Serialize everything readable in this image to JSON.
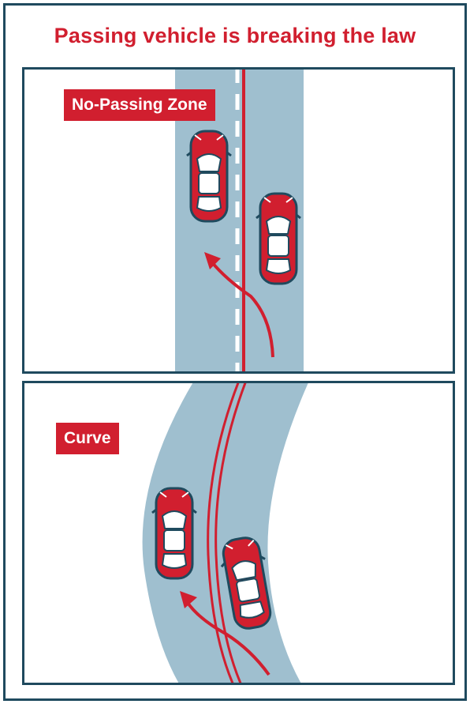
{
  "title": "Passing vehicle is breaking the law",
  "panels": {
    "top": {
      "label": "No-Passing Zone"
    },
    "bottom": {
      "label": "Curve"
    }
  },
  "colors": {
    "road": "#9fbfcf",
    "accent_red": "#d11f2f",
    "frame": "#1f4a5e",
    "car_body": "#d11f2f",
    "car_window": "#ffffff"
  }
}
